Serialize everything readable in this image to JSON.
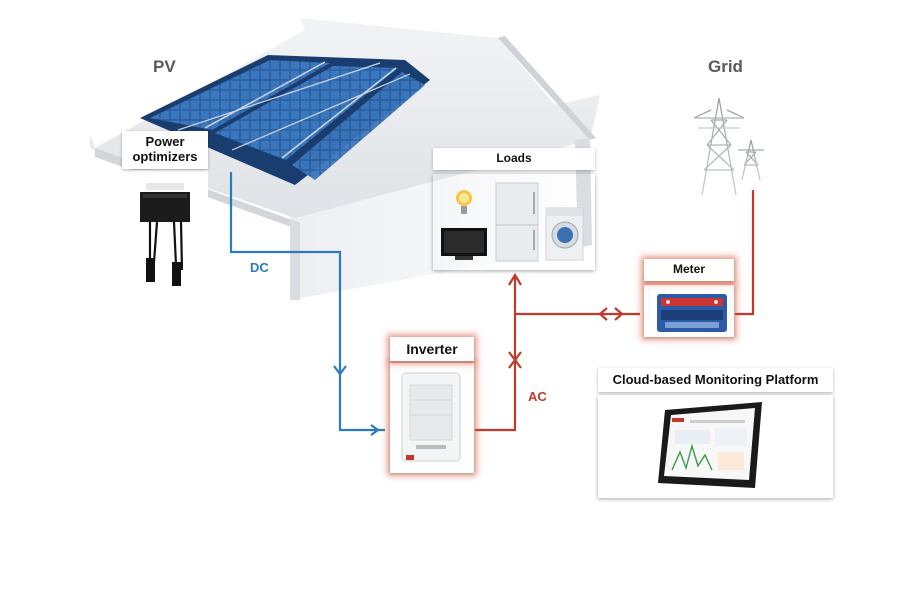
{
  "labels": {
    "pv": "PV",
    "grid": "Grid",
    "power_optimizers": "Power optimizers",
    "dc": "DC",
    "ac": "AC",
    "loads": "Loads",
    "meter": "Meter",
    "inverter": "Inverter",
    "monitoring": "Cloud-based Monitoring Platform"
  },
  "colors": {
    "dc_line": "#2a7bbf",
    "ac_line": "#c0392b",
    "panel": "#1f4f8f",
    "roof": "#e9ebee",
    "text_gray": "#5a5a5a"
  }
}
